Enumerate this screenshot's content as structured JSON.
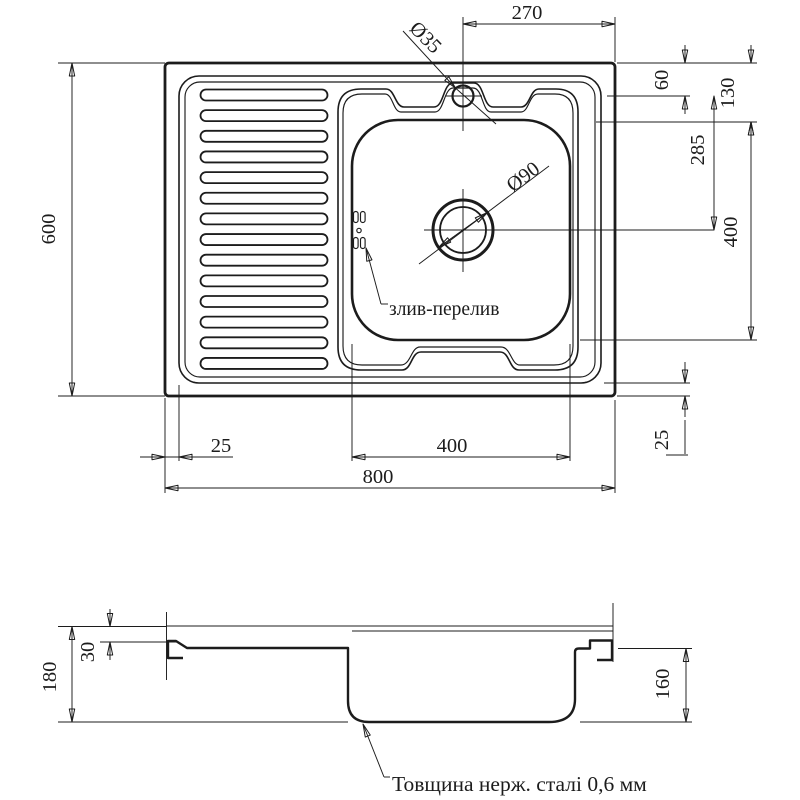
{
  "colors": {
    "line": "#1c1c1c",
    "background": "#ffffff"
  },
  "top_view": {
    "dims": {
      "overall_width": "800",
      "overall_height": "600",
      "faucet_to_right_edge": "270",
      "faucet_from_top": "60",
      "bowl_from_top": "130",
      "faucet_to_drain": "285",
      "bowl_height": "400",
      "bowl_width": "400",
      "flange_left": "25",
      "flange_bottom_right": "25"
    },
    "labels": {
      "faucet_hole_diameter": "Ø35",
      "drain_diameter": "Ø90",
      "overflow": "злив-перелив"
    }
  },
  "side_view": {
    "dims": {
      "overall_height": "180",
      "rim_height": "30",
      "bowl_depth": "160"
    },
    "note": "Товщина нерж. сталі 0,6 мм"
  }
}
